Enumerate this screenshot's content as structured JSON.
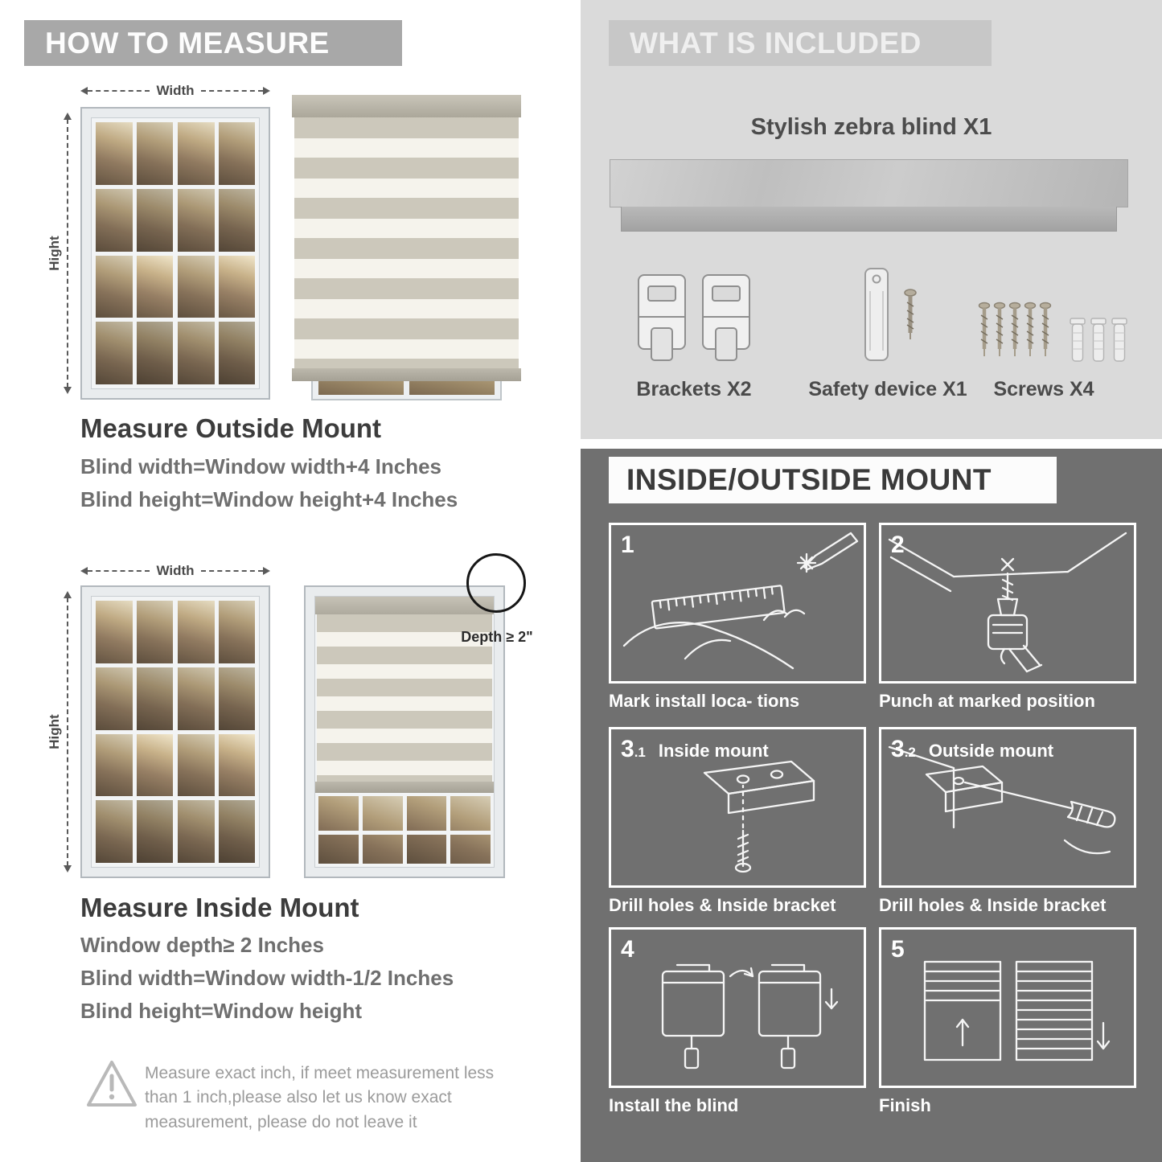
{
  "colors": {
    "banner_gray": "#a8a8a8",
    "included_bg": "#dadada",
    "mount_bg": "#707070",
    "heading_dark": "#3c3c3c",
    "body_gray": "#6f6f6f"
  },
  "left": {
    "banner": "HOW TO MEASURE",
    "outside": {
      "width_label": "Width",
      "height_label": "Hight",
      "heading": "Measure Outside Mount",
      "line1": "Blind width=Window width+4 Inches",
      "line2": "Blind height=Window height+4 Inches"
    },
    "inside": {
      "width_label": "Width",
      "height_label": "Hight",
      "depth_callout": "Depth ≥ 2\"",
      "heading": "Measure Inside Mount",
      "line1": "Window depth≥ 2 Inches",
      "line2": "Blind width=Window width-1/2 Inches",
      "line3": "Blind height=Window height"
    },
    "warning": "Measure exact inch, if meet measurement less than 1 inch,please also let us know exact measurement, please do not leave it"
  },
  "included": {
    "banner": "WHAT IS INCLUDED",
    "product": "Stylish zebra blind X1",
    "items": [
      {
        "label": "Brackets X2"
      },
      {
        "label": "Safety device X1"
      },
      {
        "label": "Screws X4"
      }
    ]
  },
  "mount": {
    "banner": "INSIDE/OUTSIDE MOUNT",
    "steps": [
      {
        "num": "1",
        "sub": "",
        "title": "",
        "caption": "Mark install loca- tions"
      },
      {
        "num": "2",
        "sub": "",
        "title": "",
        "caption": "Punch at marked position"
      },
      {
        "num": "3",
        "sub": ".1",
        "title": "Inside mount",
        "caption": "Drill holes & Inside bracket"
      },
      {
        "num": "3",
        "sub": ".2",
        "title": "Outside mount",
        "caption": "Drill holes & Inside bracket"
      },
      {
        "num": "4",
        "sub": "",
        "title": "",
        "caption": "Install the blind"
      },
      {
        "num": "5",
        "sub": "",
        "title": "",
        "caption": "Finish"
      }
    ]
  }
}
